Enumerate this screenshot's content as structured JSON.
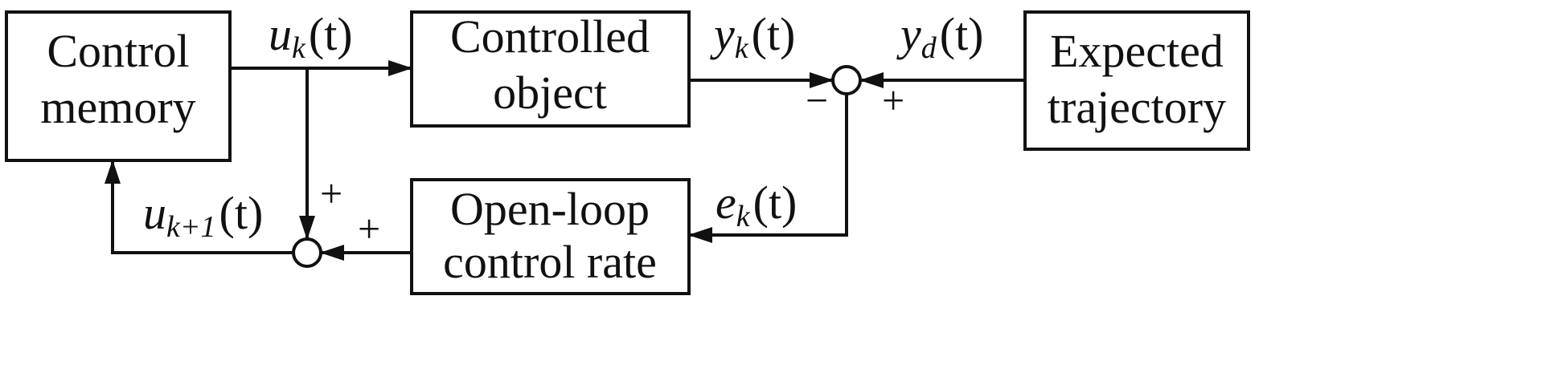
{
  "blocks": {
    "control_memory": {
      "line1": "Control",
      "line2": "memory"
    },
    "controlled_object": {
      "line1": "Controlled",
      "line2": "object"
    },
    "expected_trajectory": {
      "line1": "Expected",
      "line2": "trajectory"
    },
    "open_loop": {
      "line1": "Open-loop",
      "line2": "control rate"
    }
  },
  "signals": {
    "uk": {
      "base": "u",
      "sub": "k",
      "arg": "(t)"
    },
    "yk": {
      "base": "y",
      "sub": "k",
      "arg": "(t)"
    },
    "yd": {
      "base": "y",
      "sub": "d",
      "arg": "(t)"
    },
    "ek": {
      "base": "e",
      "sub": "k",
      "arg": "(t)"
    },
    "uk1": {
      "base": "u",
      "sub": "k+1",
      "arg": "(t)"
    }
  },
  "signs": {
    "top_sum_left": "−",
    "top_sum_right": "+",
    "bottom_sum_top": "+",
    "bottom_sum_right": "+"
  }
}
